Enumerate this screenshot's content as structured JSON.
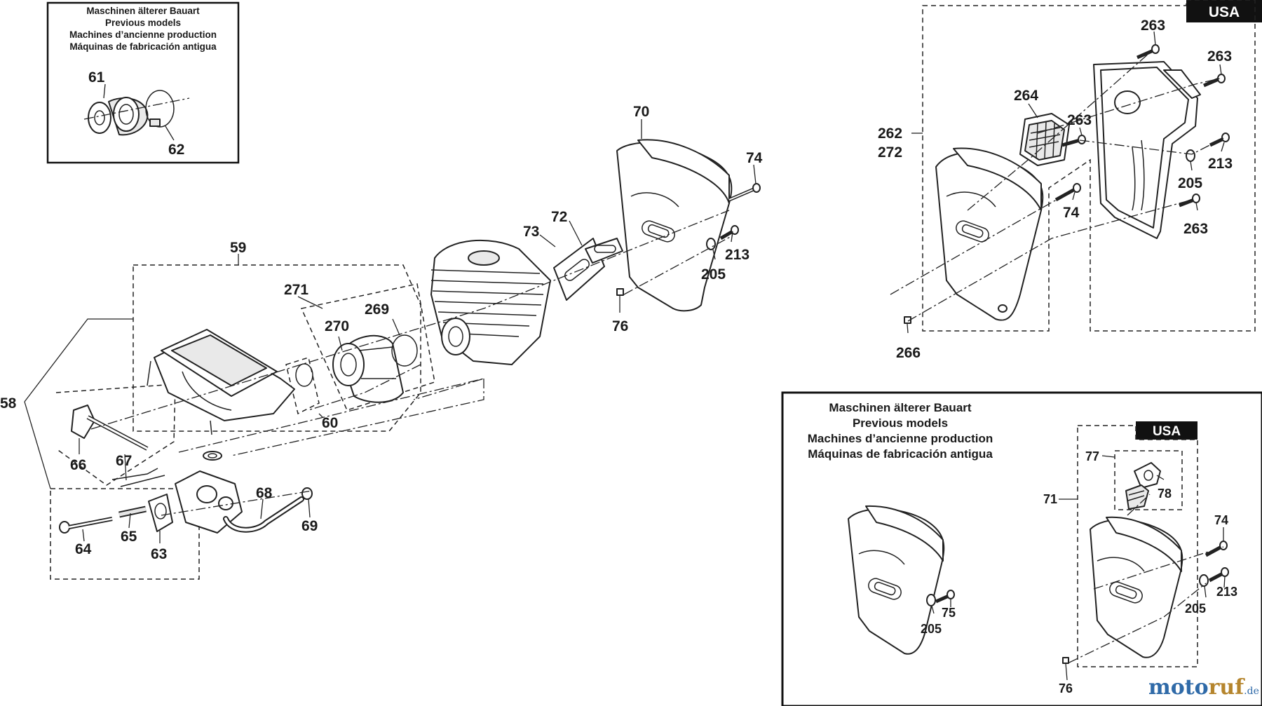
{
  "legacy_box_small": {
    "line1": "Maschinen älterer Bauart",
    "line2": "Previous models",
    "line3": "Machines d’ancienne production",
    "line4": "Máquinas de fabricación antigua"
  },
  "legacy_box_large": {
    "line1": "Maschinen älterer Bauart",
    "line2": "Previous models",
    "line3": "Machines d’ancienne production",
    "line4": "Máquinas de fabricación antigua"
  },
  "usa_badge": "USA",
  "usa_badge_small": "USA",
  "labels": {
    "p61": "61",
    "p62": "62",
    "p59": "59",
    "p58": "58",
    "p60": "60",
    "p271": "271",
    "p270": "270",
    "p269": "269",
    "p66": "66",
    "p67": "67",
    "p64": "64",
    "p65": "65",
    "p63": "63",
    "p68": "68",
    "p69": "69",
    "p70": "70",
    "p72": "72",
    "p73": "73",
    "p74": "74",
    "p213": "213",
    "p205": "205",
    "p76": "76",
    "u263a": "263",
    "u263b": "263",
    "u264": "264",
    "u263c": "263",
    "u262": "262",
    "u272": "272",
    "u205": "205",
    "u213": "213",
    "u74": "74",
    "u263d": "263",
    "u266": "266",
    "b77": "77",
    "b78": "78",
    "b71": "71",
    "b74": "74",
    "b213": "213",
    "b205": "205",
    "b205l": "205",
    "b75": "75",
    "b76": "76"
  },
  "watermark": {
    "brand_prefix": "moto",
    "brand_suffix": "ruf",
    "domain": ".de",
    "color_primary": "#2f6aa8",
    "color_accent": "#b5852d"
  }
}
